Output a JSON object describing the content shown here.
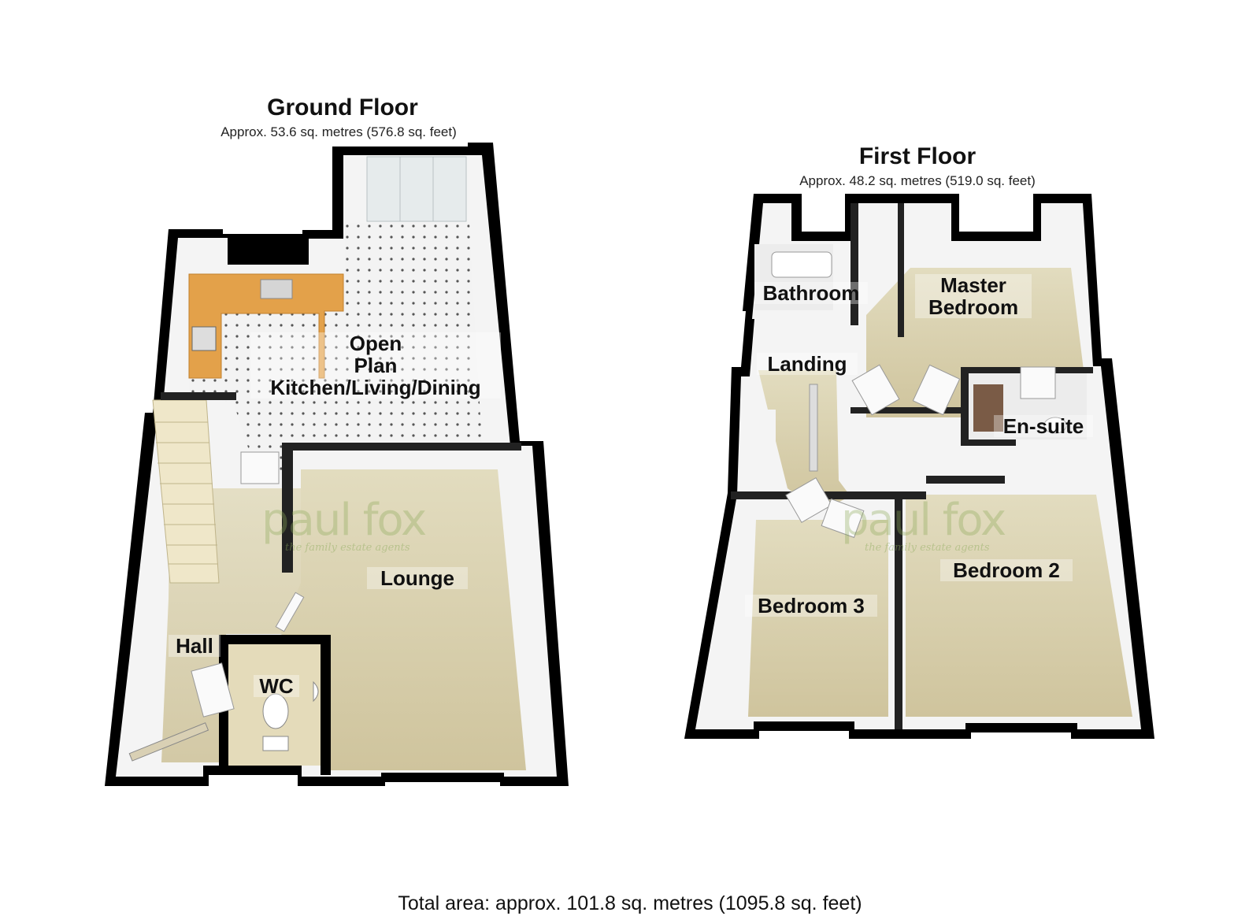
{
  "ground_floor": {
    "title": "Ground Floor",
    "area": "Approx. 53.6 sq. metres (576.8 sq. feet)",
    "rooms": {
      "kitchen_living": "Open\nPlan\nKitchen/Living/Dining",
      "lounge": "Lounge",
      "hall": "Hall",
      "wc": "WC"
    }
  },
  "first_floor": {
    "title": "First Floor",
    "area": "Approx. 48.2 sq. metres (519.0 sq. feet)",
    "rooms": {
      "bathroom": "Bathroom",
      "master_bedroom": "Master\nBedroom",
      "landing": "Landing",
      "ensuite": "En-suite",
      "bedroom2": "Bedroom 2",
      "bedroom3": "Bedroom 3"
    }
  },
  "watermark": {
    "brand": "paul fox",
    "tagline": "the family estate agents"
  },
  "total_area": "Total area: approx. 101.8 sq. metres (1095.8 sq. feet)",
  "colors": {
    "wall": "#000000",
    "carpet": "#d8cfae",
    "floor_tile": "#f2f2f2",
    "worktop": "#e3a14a",
    "inner_wall": "#f4f4f4"
  }
}
